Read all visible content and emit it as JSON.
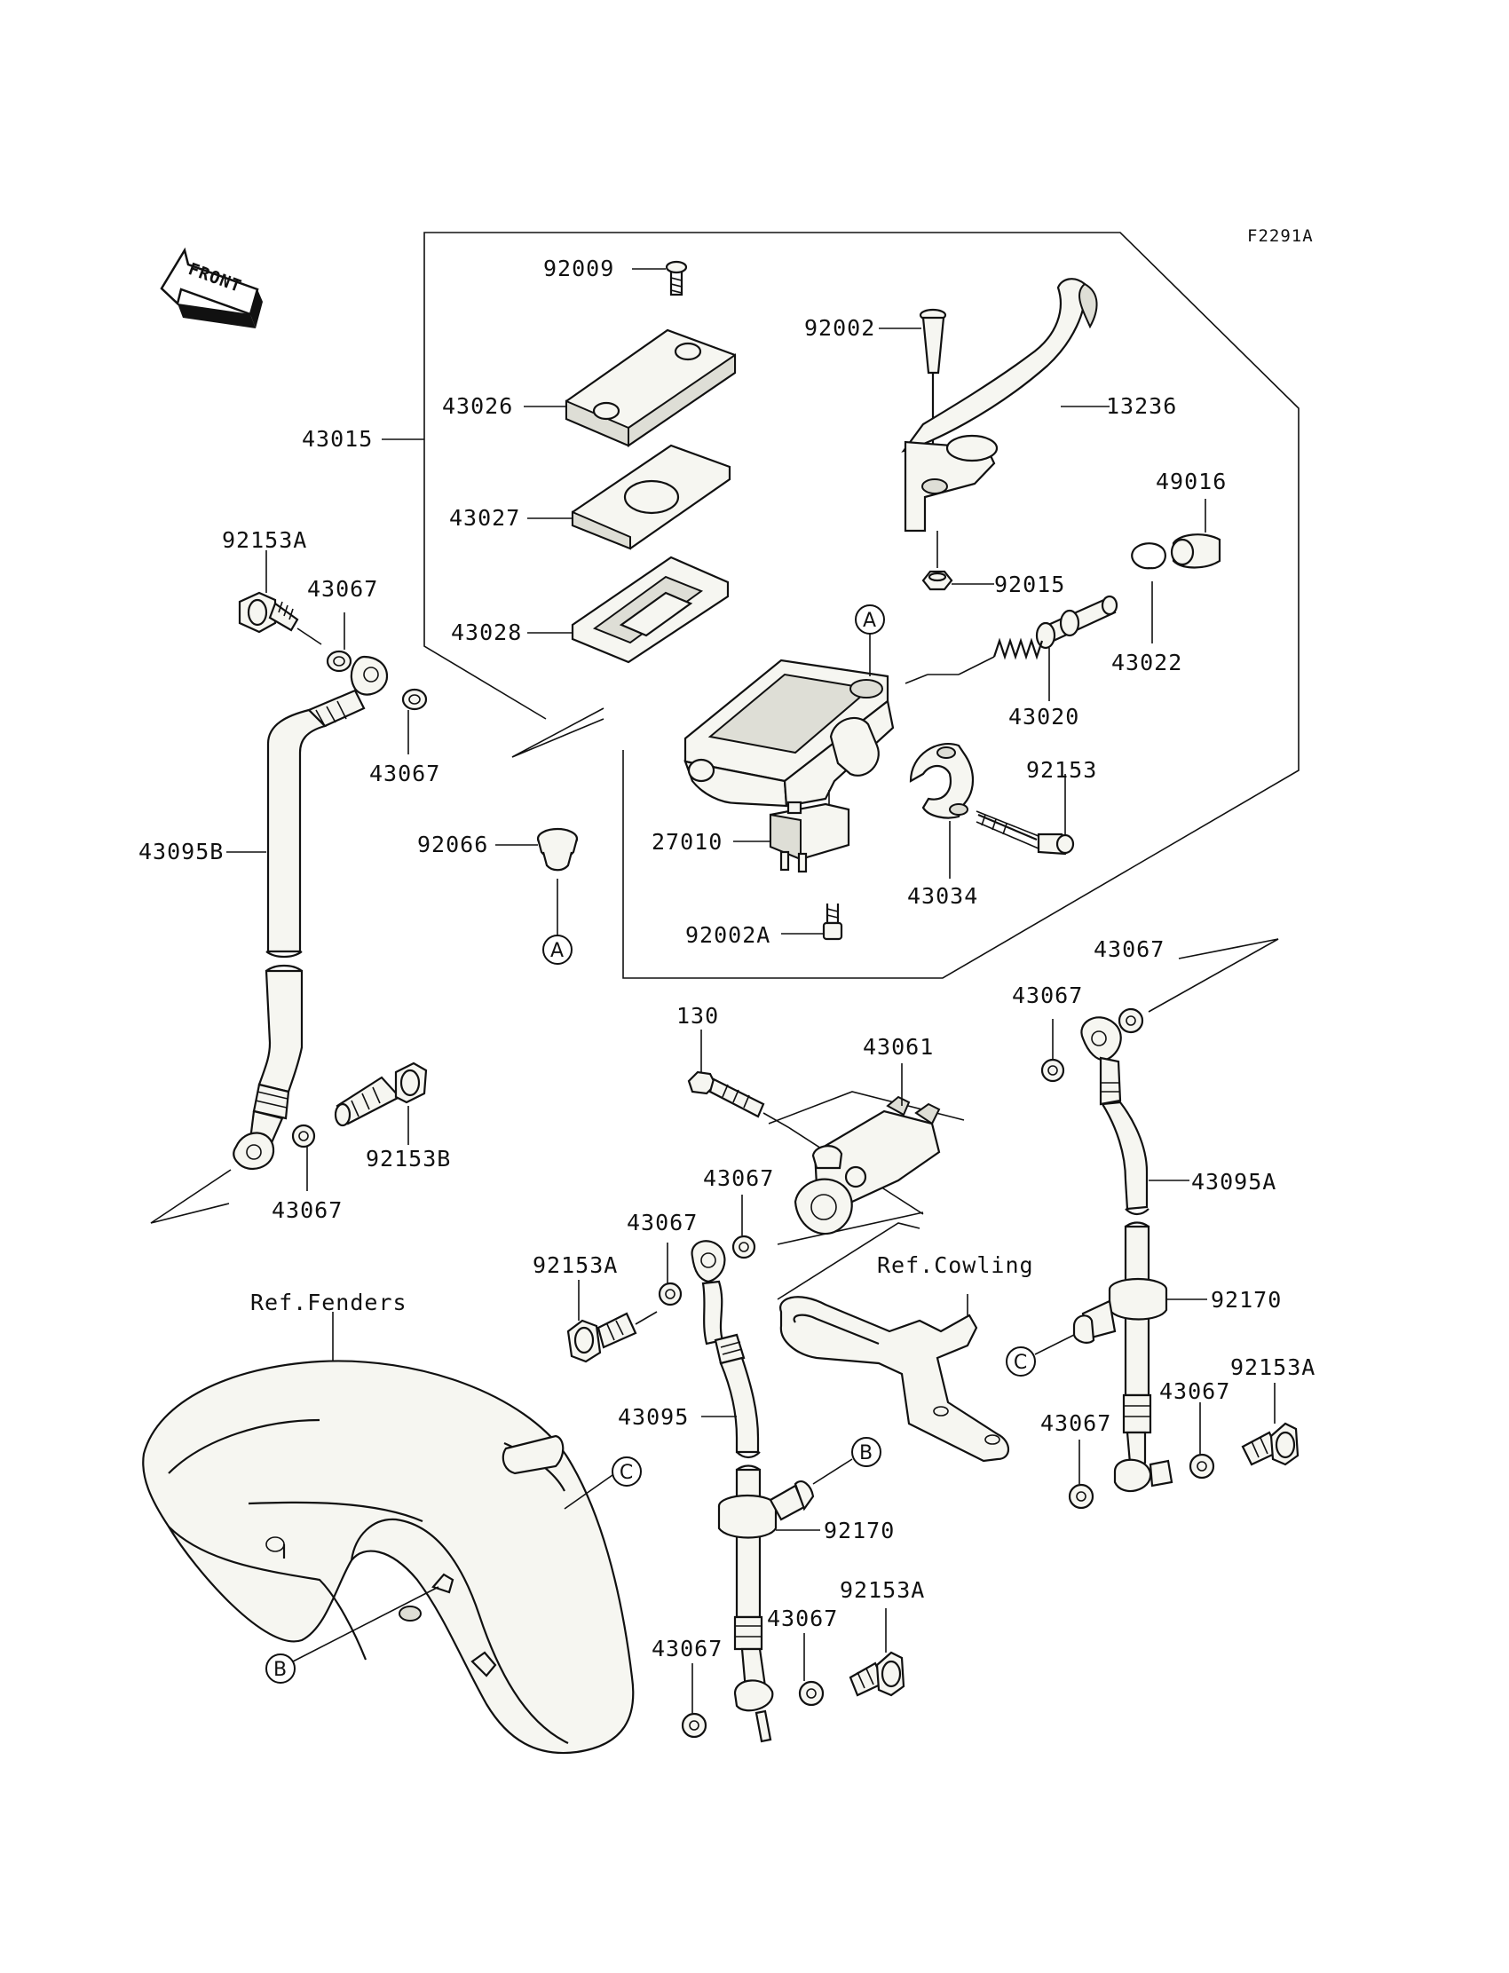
{
  "diagram_code": "F2291A",
  "front_arrow_label": "FRONT",
  "ref_labels": {
    "fenders": "Ref.Fenders",
    "cowling": "Ref.Cowling"
  },
  "callouts": {
    "a": "A",
    "b": "B",
    "c": "C"
  },
  "parts": {
    "p92009": "92009",
    "p43026": "43026",
    "p43015": "43015",
    "p43027": "43027",
    "p43028": "43028",
    "p92002": "92002",
    "p13236": "13236",
    "p49016": "49016",
    "p92015": "92015",
    "p43022": "43022",
    "p43020": "43020",
    "p92153": "92153",
    "p27010": "27010",
    "p43034": "43034",
    "p92002A": "92002A",
    "p92066": "92066",
    "p92153A_top": "92153A",
    "p43067_1": "43067",
    "p43067_2": "43067",
    "p43095B": "43095B",
    "p92153B": "92153B",
    "p43067_3": "43067",
    "p130": "130",
    "p43061": "43061",
    "p43067_4": "43067",
    "p43067_5": "43067",
    "p43067_6": "43067",
    "p43067_7": "43067",
    "p43095A": "43095A",
    "p92170_r": "92170",
    "p92153A_r": "92153A",
    "p43067_8": "43067",
    "p43067_9": "43067",
    "p92153A_mid": "92153A",
    "p43095": "43095",
    "p92170": "92170",
    "p92153A_bot": "92153A",
    "p43067_10": "43067",
    "p43067_11": "43067"
  },
  "colors": {
    "ink": "#111111",
    "part_fill": "#f6f6f1",
    "shade": "#deded6",
    "paper": "#ffffff"
  }
}
